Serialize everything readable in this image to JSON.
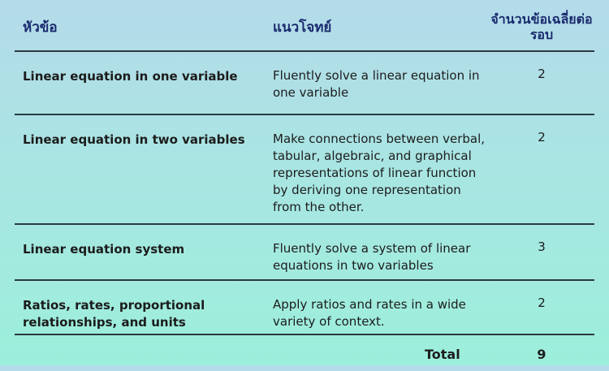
{
  "header": {
    "topic": "หัวข้อ",
    "approach": "แนวโจทย์",
    "count": "จำนวนข้อเฉลี่ยต่อรอบ"
  },
  "rows": [
    {
      "topic": "Linear equation in one variable",
      "approach": "Fluently solve a linear equation in one variable",
      "count": "2"
    },
    {
      "topic": "Linear equation in two variables",
      "approach": "Make connections between verbal, tabular, algebraic, and graphical representations of linear function by deriving one representation from the other.",
      "count": "2"
    },
    {
      "topic": "Linear equation system",
      "approach": "Fluently solve a system of linear equations in two variables",
      "count": "3"
    },
    {
      "topic": "Ratios, rates, proportional relationships, and units",
      "approach": "Apply ratios and rates in a wide variety of context.",
      "count": "2"
    }
  ],
  "total": {
    "label": "Total",
    "value": "9"
  }
}
